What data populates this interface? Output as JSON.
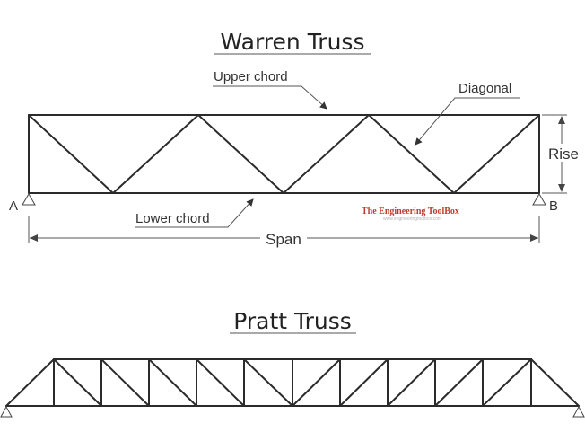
{
  "warren": {
    "title": "Warren Truss",
    "labels": {
      "upper_chord": "Upper chord",
      "diagonal": "Diagonal",
      "rise": "Rise",
      "lower_chord": "Lower chord",
      "span": "Span",
      "support_a": "A",
      "support_b": "B"
    },
    "watermark": {
      "name": "The Engineering ToolBox",
      "url": "www.engineeringtoolbox.com"
    }
  },
  "pratt": {
    "title": "Pratt Truss"
  },
  "colors": {
    "line": "#2b2b2b",
    "text": "#333333",
    "watermark": "#c0392b"
  }
}
